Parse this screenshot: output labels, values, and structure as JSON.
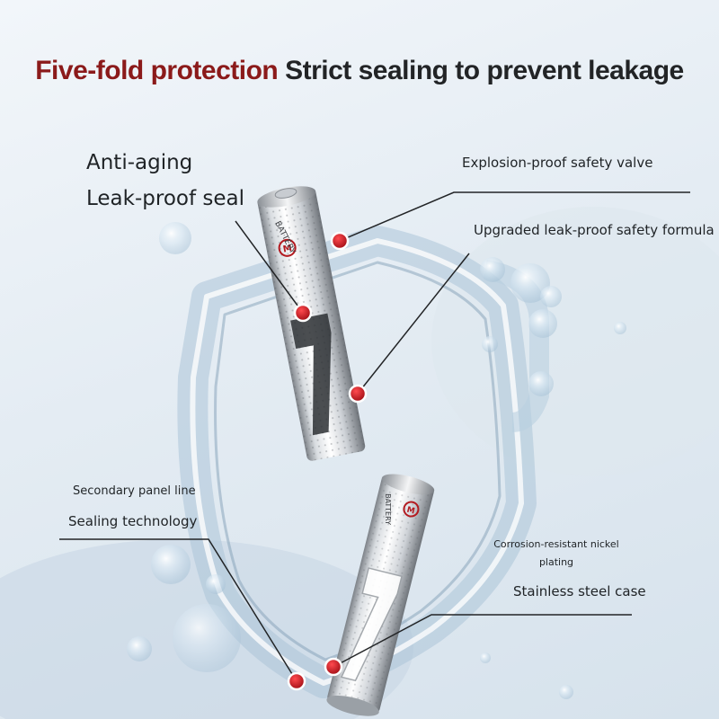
{
  "headline": {
    "highlight": "Five-fold protection",
    "rest": "Strict sealing to prevent leakage"
  },
  "labels": {
    "anti_aging": "Anti-aging",
    "leak_proof_seal": "Leak-proof seal",
    "explosion_valve": "Explosion-proof safety valve",
    "upgraded_formula": "Upgraded leak-proof safety formula",
    "secondary_panel": "Secondary panel line",
    "sealing_tech": "Sealing technology",
    "corrosion_line1": "Corrosion-resistant nickel",
    "corrosion_line2": "plating",
    "stainless_case": "Stainless steel case"
  },
  "battery": {
    "brand_text": "BATTERY",
    "logo_glyph": "M"
  },
  "colors": {
    "accent_red": "#8b1a1a",
    "marker_red": "#c0141c",
    "text_dark": "#222426"
  },
  "icons": [
    "battery-top",
    "battery-bottom",
    "glass-shield",
    "water-droplets",
    "callout-marker"
  ]
}
